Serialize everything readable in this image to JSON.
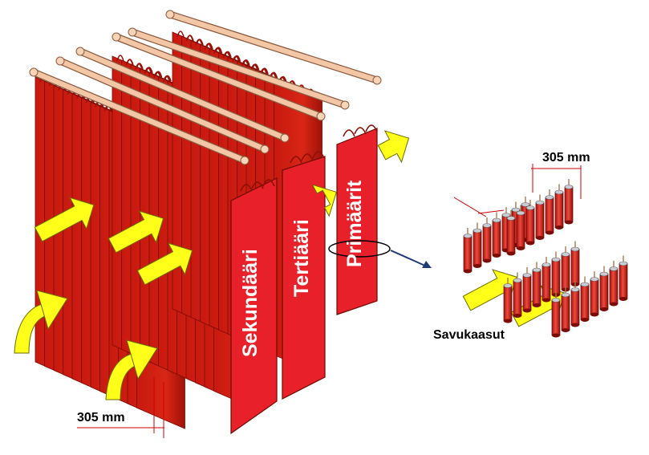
{
  "diagram": {
    "panels": [
      {
        "id": "secondary",
        "label": "Sekundääri"
      },
      {
        "id": "tertiary",
        "label": "Tertiääri"
      },
      {
        "id": "primary",
        "label": "Primäärit"
      }
    ],
    "dimension_bottom": "305 mm",
    "dimension_detail": "305 mm",
    "flue_gas_label": "Savukaasut"
  },
  "colors": {
    "panel_red": "#e8202a",
    "panel_dark": "#b5160f",
    "tube_copper": "#f3c6a6",
    "arrow_yellow": "#ffff1a",
    "connector_line": "#1f3a7a"
  }
}
